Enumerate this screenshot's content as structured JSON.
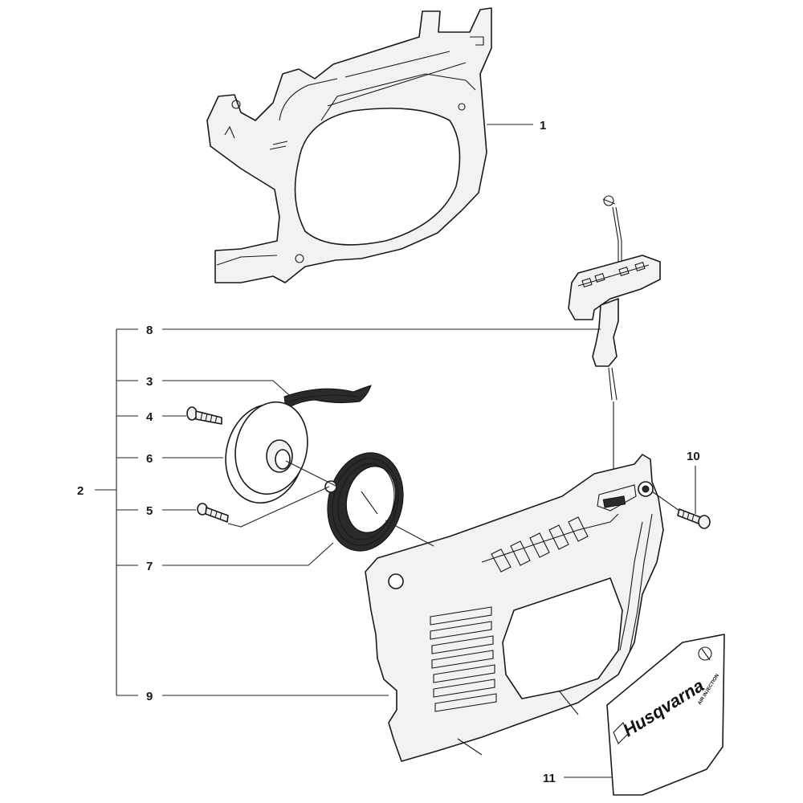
{
  "callouts": {
    "c1": "1",
    "c2": "2",
    "c3": "3",
    "c4": "4",
    "c5": "5",
    "c6": "6",
    "c7": "7",
    "c8": "8",
    "c9": "9",
    "c10": "10",
    "c11": "11"
  },
  "decal": {
    "brand_text": "Husqvarna",
    "small_text": "AIR INJECTION"
  }
}
